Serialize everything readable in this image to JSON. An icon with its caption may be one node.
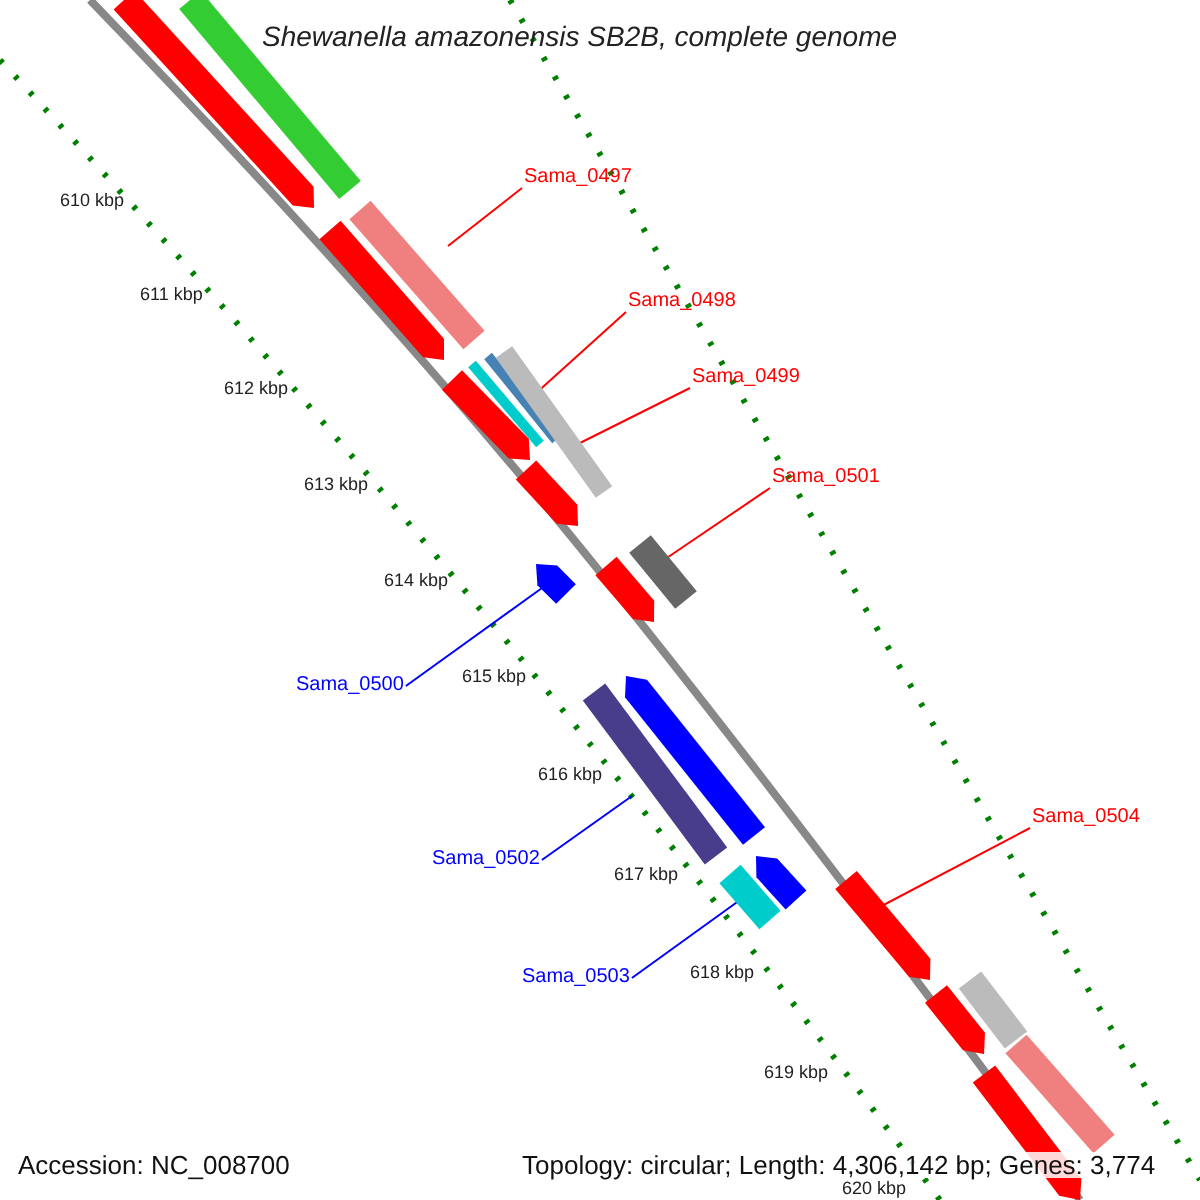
{
  "diagram": {
    "title": "Shewanella amazonensis SB2B, complete genome",
    "nodes": [
      {
        "text": [
          "Sama_0497"
        ]
      },
      {
        "text": [
          "Sama_0498"
        ]
      },
      {
        "text": [
          "Sama_0499"
        ]
      },
      {
        "text": [
          "Sama_0501"
        ]
      },
      {
        "text": [
          "Sama_0500"
        ]
      },
      {
        "text": [
          "Sama_0502"
        ]
      },
      {
        "text": [
          "Sama_0503"
        ]
      },
      {
        "text": [
          "Sama_0504"
        ]
      },
      {
        "text": [],
        "shape": "bar"
      },
      {
        "text": [],
        "shape": "bar"
      },
      {
        "text": [],
        "shape": "bar"
      },
      {
        "text": [],
        "shape": "bar"
      },
      {
        "text": [],
        "shape": "bar"
      },
      {
        "text": [],
        "shape": "bar"
      },
      {
        "text": [],
        "shape": "bar"
      },
      {
        "text": [],
        "shape": "bar"
      },
      {
        "text": [],
        "shape": "bar"
      },
      {
        "text": [],
        "shape": "bar"
      },
      {
        "text": [],
        "shape": "bar"
      },
      {
        "text": [],
        "shape": "bar"
      },
      {
        "text": [],
        "shape": "bar"
      },
      {
        "text": [],
        "shape": "bar"
      },
      {
        "text": [],
        "shape": "bar"
      },
      {
        "text": [],
        "shape": "bar"
      },
      {
        "text": [],
        "shape": "bar"
      },
      {
        "text": [],
        "shape": "bar"
      },
      {
        "text": [],
        "shape": "bar"
      },
      {
        "text": [],
        "shape": "bar"
      },
      {
        "text": [],
        "shape": "bar"
      }
    ],
    "edges": [
      {
        "from": 0,
        "to": 8,
        "arrow": "none"
      },
      {
        "from": 1,
        "to": 9,
        "arrow": "none"
      },
      {
        "from": 2,
        "to": 10,
        "arrow": "none"
      },
      {
        "from": 3,
        "to": 11,
        "arrow": "none"
      },
      {
        "from": 4,
        "to": 12,
        "arrow": "none",
        "color": "#0000ff"
      },
      {
        "from": 5,
        "to": 13,
        "arrow": "none",
        "color": "#0000ff"
      },
      {
        "from": 6,
        "to": 14,
        "arrow": "none",
        "color": "#0000ff"
      },
      {
        "from": 7,
        "to": 15,
        "arrow": "none"
      }
    ],
    "labels": [
      "610 kbp",
      "611 kbp",
      "612 kbp",
      "613 kbp",
      "614 kbp",
      "615 kbp",
      "616 kbp",
      "617 kbp",
      "618 kbp",
      "619 kbp",
      "620 kbp",
      "Accession: NC_008700",
      "Topology: circular; Length: 4,306,142 bp; Genes: 3,774"
    ]
  }
}
